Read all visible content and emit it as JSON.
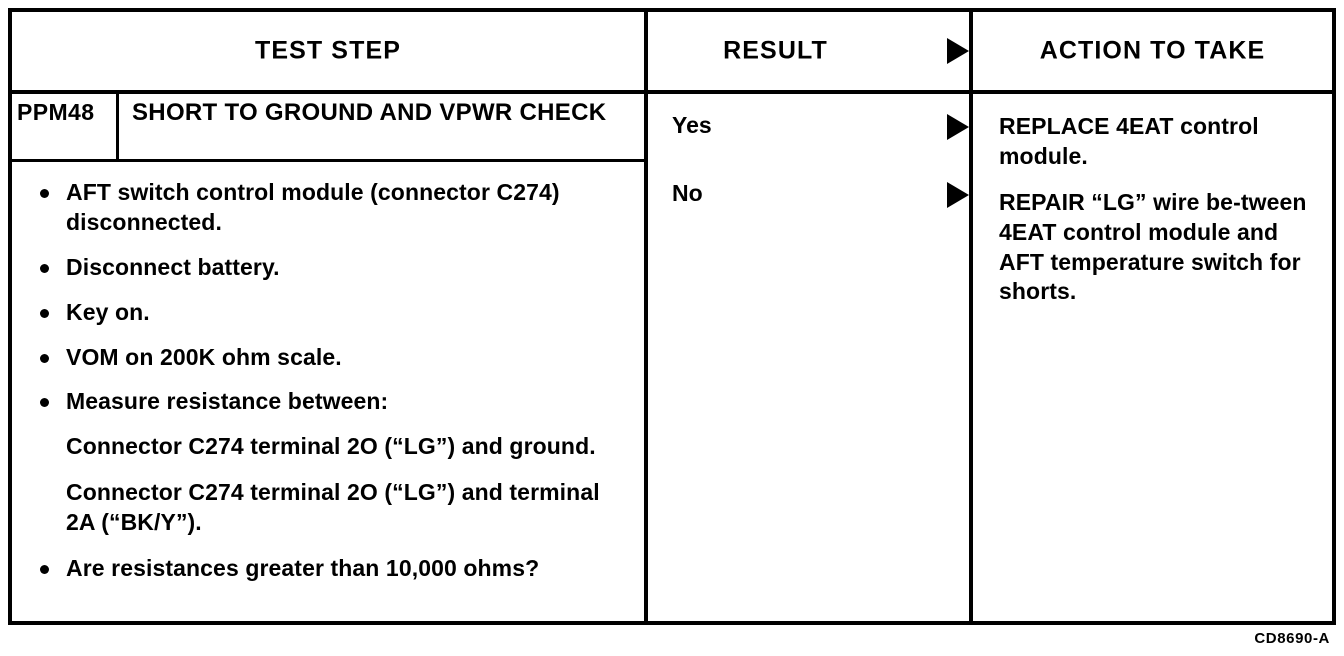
{
  "table": {
    "headers": {
      "test_step": "TEST STEP",
      "result": "RESULT",
      "action": "ACTION TO TAKE",
      "result_arrow_icon": "right-triangle-icon"
    },
    "step": {
      "code": "PPM48",
      "title": "SHORT TO GROUND AND VPWR CHECK",
      "instructions": [
        {
          "kind": "bullet",
          "text": "AFT switch control module (connector C274) disconnected."
        },
        {
          "kind": "bullet",
          "text": "Disconnect battery."
        },
        {
          "kind": "bullet",
          "text": "Key on."
        },
        {
          "kind": "bullet",
          "text": "VOM on 200K ohm scale."
        },
        {
          "kind": "bullet",
          "text": "Measure resistance between:"
        },
        {
          "kind": "subpara",
          "text": "Connector C274 terminal 2O (“LG”) and ground."
        },
        {
          "kind": "subpara",
          "text": "Connector C274 terminal 2O (“LG”) and terminal 2A (“BK/Y”)."
        },
        {
          "kind": "bullet",
          "text": "Are resistances greater than 10,000 ohms?"
        }
      ]
    },
    "results": [
      {
        "label": "Yes",
        "arrow_icon": "right-triangle-icon"
      },
      {
        "label": "No",
        "arrow_icon": "right-triangle-icon"
      }
    ],
    "actions": [
      {
        "text": "REPLACE 4EAT control module."
      },
      {
        "text": "REPAIR “LG” wire be-tween 4EAT control module and AFT temperature switch for shorts."
      }
    ]
  },
  "figure_code": "CD8690-A",
  "colors": {
    "ink": "#000000",
    "paper": "#ffffff"
  }
}
